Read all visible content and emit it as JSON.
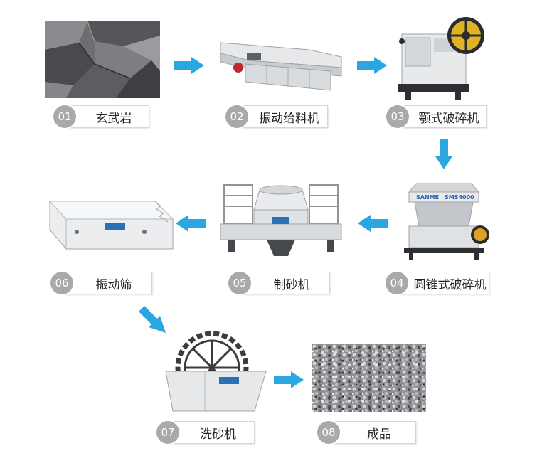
{
  "accent_color": "#2aa7e1",
  "steps": [
    {
      "num": "01",
      "name": "玄武岩",
      "image": "basalt-rock-photo"
    },
    {
      "num": "02",
      "name": "振动给料机",
      "image": "vibrating-feeder-photo"
    },
    {
      "num": "03",
      "name": "颚式破碎机",
      "image": "jaw-crusher-photo"
    },
    {
      "num": "04",
      "name": "圆锥式破碎机",
      "image": "cone-crusher-photo",
      "machine_text": "SMS4000"
    },
    {
      "num": "05",
      "name": "制砂机",
      "image": "sand-making-machine-photo"
    },
    {
      "num": "06",
      "name": "振动筛",
      "image": "vibrating-screen-photo"
    },
    {
      "num": "07",
      "name": "洗砂机",
      "image": "sand-washer-photo"
    },
    {
      "num": "08",
      "name": "成品",
      "image": "finished-gravel-photo"
    }
  ]
}
